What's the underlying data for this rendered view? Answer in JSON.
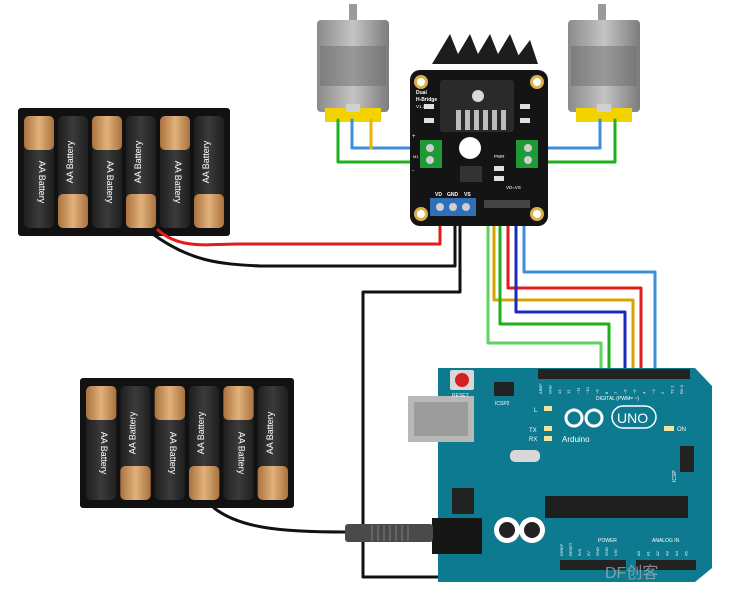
{
  "battery_label": "AA Battery",
  "driver": {
    "name_line1": "Dual",
    "name_line2": "H-Bridge",
    "version": "V1.3",
    "pwr_label": "PWR",
    "pin_labels": [
      "VD",
      "GND",
      "VS"
    ],
    "vd_vs_label": "VD=VS",
    "motor_marks": [
      "+",
      "M1",
      "-"
    ]
  },
  "arduino": {
    "brand": "Arduino",
    "model": "UNO",
    "reset": "RESET",
    "icsp2": "ICSP2",
    "icsp": "ICSP",
    "led_l": "L",
    "led_tx": "TX",
    "led_rx": "RX",
    "on": "ON",
    "digital_label": "DIGITAL (PWM= ~)",
    "power_label": "POWER",
    "analog_label": "ANALOG IN",
    "top_pins": [
      "AREF",
      "GND",
      "13",
      "12",
      "~11",
      "~10",
      "~9",
      "8",
      "7",
      "~6",
      "~5",
      "4",
      "~3",
      "2",
      "TX 1",
      "RX 0"
    ],
    "power_pins": [
      "IOREF",
      "RESET",
      "3V3",
      "5V",
      "GND",
      "GND",
      "VIN"
    ],
    "analog_pins": [
      "A0",
      "A1",
      "A2",
      "A3",
      "A4",
      "A5"
    ]
  },
  "watermark": "DF创客",
  "colors": {
    "board_blue": "#0e7a8f",
    "driver_black": "#141414",
    "wire_red": "#e31b1b",
    "wire_black": "#111111",
    "wire_blue": "#3d8fd9",
    "wire_orange": "#e8890c",
    "wire_yellow": "#d6a300",
    "wire_green": "#1db01d",
    "wire_lightgreen": "#5fd35f",
    "wire_navy": "#1b2db8",
    "battery_copper": "#c8915a"
  }
}
